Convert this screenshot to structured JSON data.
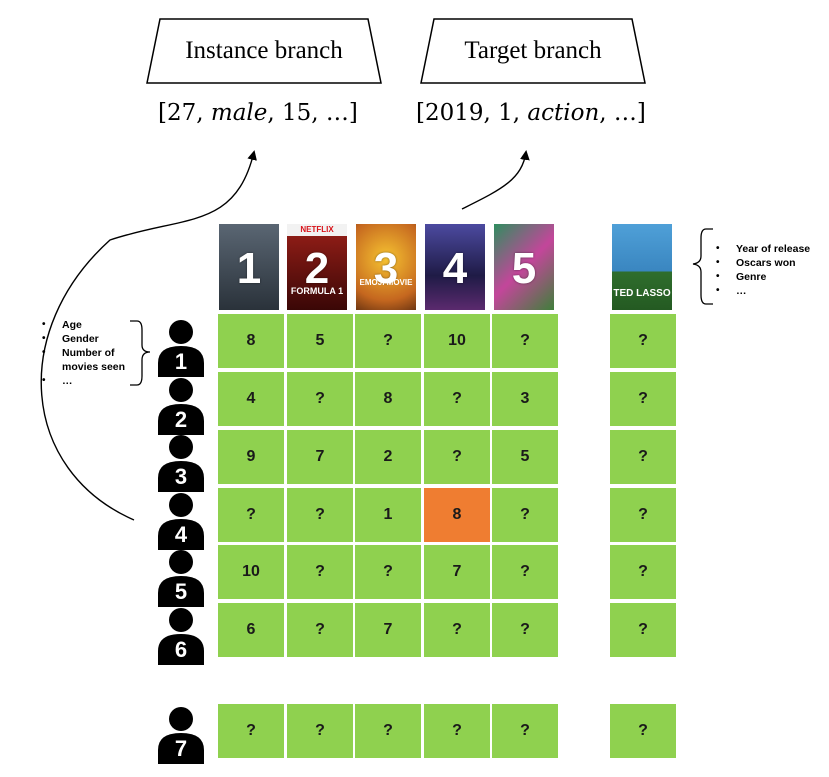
{
  "branches": {
    "instance": {
      "title": "Instance branch"
    },
    "target": {
      "title": "Target branch"
    }
  },
  "vectors": {
    "instance": {
      "v1": "27",
      "v2": "male",
      "v3": "15",
      "rest": "…"
    },
    "target": {
      "v1": "2019",
      "v2": "1",
      "v3": "action",
      "rest": "…"
    }
  },
  "user_features": [
    "Age",
    "Gender",
    "Number of movies seen",
    "…"
  ],
  "item_features": [
    "Year of release",
    "Oscars won",
    "Genre",
    "…"
  ],
  "movies": [
    {
      "num": "1",
      "caption": "",
      "bg": "#38424c"
    },
    {
      "num": "2",
      "caption": "FORMULA 1",
      "banner": "NETFLIX",
      "bg": "#7a1612"
    },
    {
      "num": "3",
      "caption": "EMOJI MOVIE",
      "bg": "#d9912a"
    },
    {
      "num": "4",
      "caption": "",
      "bg": "#2c2e6a"
    },
    {
      "num": "5",
      "caption": "",
      "bg": "#2f7d56"
    }
  ],
  "new_movie": {
    "caption": "TED LASSO",
    "bg": "#3f8fc9"
  },
  "users": [
    "1",
    "2",
    "3",
    "4",
    "5",
    "6"
  ],
  "new_user": "7",
  "ratings": [
    [
      "8",
      "5",
      "?",
      "10",
      "?"
    ],
    [
      "4",
      "?",
      "8",
      "?",
      "3"
    ],
    [
      "9",
      "7",
      "2",
      "?",
      "5"
    ],
    [
      "?",
      "?",
      "1",
      "8",
      "?"
    ],
    [
      "10",
      "?",
      "?",
      "7",
      "?"
    ],
    [
      "6",
      "?",
      "7",
      "?",
      "?"
    ]
  ],
  "new_movie_ratings": [
    "?",
    "?",
    "?",
    "?",
    "?",
    "?"
  ],
  "new_user_ratings": [
    "?",
    "?",
    "?",
    "?",
    "?"
  ],
  "new_pair_rating": "?",
  "highlight": {
    "user_index": 3,
    "movie_index": 3
  },
  "colors": {
    "known_cell": "#8fd14f",
    "highlight_cell": "#ef7d31"
  }
}
